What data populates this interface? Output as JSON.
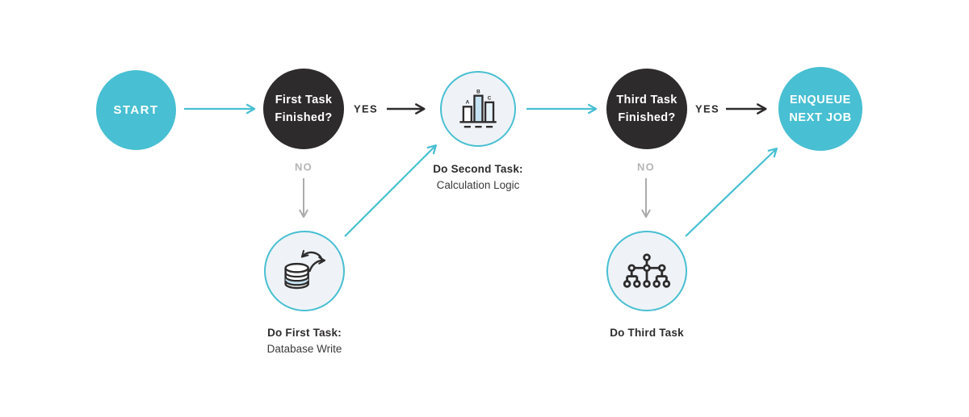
{
  "colors": {
    "teal": "#48bfd2",
    "dark": "#2d2b2c",
    "node_fill": "#eff3f7",
    "gray_label": "#b5b5b5",
    "gray_arrow": "#ababab",
    "bar_fill_blue": "#c5e3f2",
    "text": "#2d2b2c",
    "background": "#ffffff"
  },
  "nodes": {
    "start": {
      "label": "START",
      "shape": "solid-teal-circle"
    },
    "first_decision": {
      "label": "First Task\nFinished?",
      "shape": "solid-dark-circle"
    },
    "second_task": {
      "icon": "bar-chart-icon",
      "shape": "outlined-circle"
    },
    "third_decision": {
      "label": "Third Task\nFinished?",
      "shape": "solid-dark-circle"
    },
    "enqueue": {
      "label": "ENQUEUE\nNEXT JOB",
      "shape": "solid-teal-circle"
    },
    "first_task": {
      "icon": "database-sync-icon",
      "shape": "outlined-circle"
    },
    "third_task": {
      "icon": "hierarchy-icon",
      "shape": "outlined-circle"
    }
  },
  "captions": {
    "second_task_title": "Do Second Task:",
    "second_task_subtitle": "Calculation Logic",
    "first_task_title": "Do First Task:",
    "first_task_subtitle": "Database Write",
    "third_task_title": "Do Third Task"
  },
  "edge_labels": {
    "yes_first": "YES",
    "no_first": "NO",
    "yes_third": "YES",
    "no_third": "NO"
  },
  "bar_chart_icon_labels": {
    "a": "A",
    "b": "B",
    "c": "C"
  }
}
